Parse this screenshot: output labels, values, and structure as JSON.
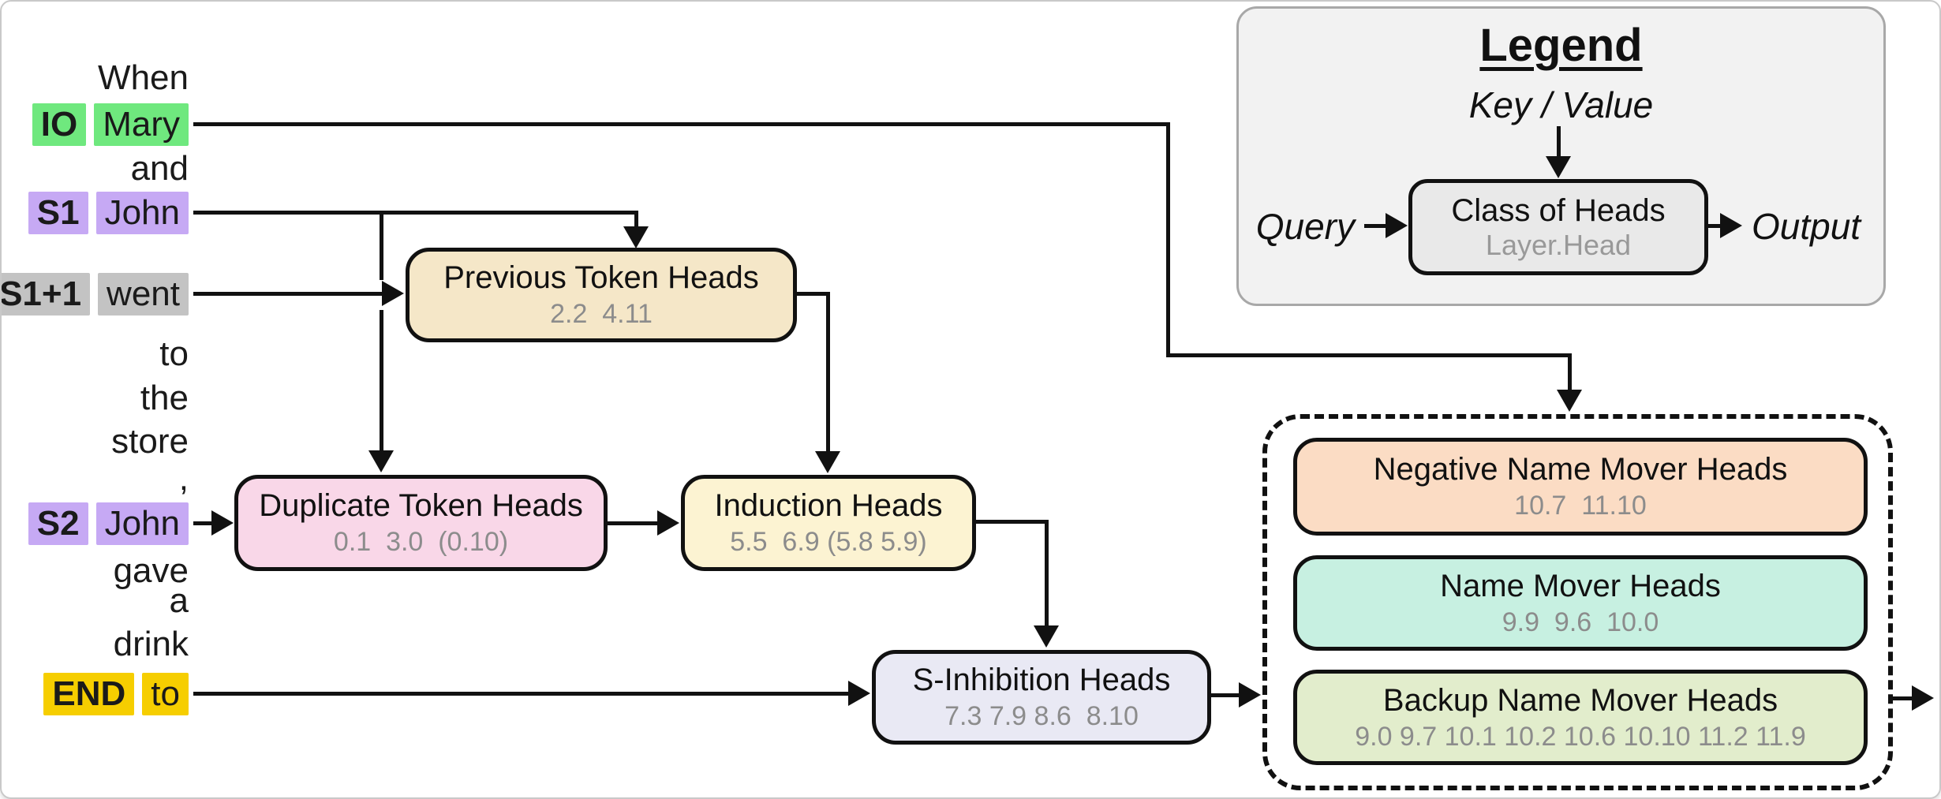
{
  "tokens": [
    {
      "tag": "",
      "word": "When"
    },
    {
      "tag": "IO",
      "word": "Mary"
    },
    {
      "tag": "",
      "word": "and"
    },
    {
      "tag": "S1",
      "word": "John"
    },
    {
      "tag": "S1+1",
      "word": "went"
    },
    {
      "tag": "",
      "word": "to"
    },
    {
      "tag": "",
      "word": "the"
    },
    {
      "tag": "",
      "word": "store"
    },
    {
      "tag": "",
      "word": ","
    },
    {
      "tag": "S2",
      "word": "John"
    },
    {
      "tag": "",
      "word": "gave"
    },
    {
      "tag": "",
      "word": "a"
    },
    {
      "tag": "",
      "word": "drink"
    },
    {
      "tag": "END",
      "word": "to"
    }
  ],
  "head_classes": {
    "previous_token": {
      "title": "Previous Token Heads",
      "heads": "2.2  4.11"
    },
    "duplicate_token": {
      "title": "Duplicate Token Heads",
      "heads": "0.1  3.0  (0.10)"
    },
    "induction": {
      "title": "Induction Heads",
      "heads": "5.5  6.9 (5.8 5.9)"
    },
    "s_inhibition": {
      "title": "S-Inhibition Heads",
      "heads": "7.3 7.9 8.6  8.10"
    },
    "negative_name_mover": {
      "title": "Negative Name Mover Heads",
      "heads": "10.7  11.10"
    },
    "name_mover": {
      "title": "Name Mover Heads",
      "heads": "9.9  9.6  10.0"
    },
    "backup_name_mover": {
      "title": "Backup Name Mover Heads",
      "heads": "9.0 9.7 10.1 10.2 10.6 10.10 11.2 11.9"
    }
  },
  "legend": {
    "title": "Legend",
    "key_value": "Key / Value",
    "query": "Query",
    "output": "Output",
    "class_title": "Class of Heads",
    "class_subtitle": "Layer.Head"
  },
  "colors": {
    "io_green": "#6fe87e",
    "s_purple": "#c6a9f4",
    "misc_gray": "#c3c3c3",
    "end_gold": "#f6ce00",
    "previous_token_fill": "#f5e7c8",
    "duplicate_token_fill": "#f9d7e8",
    "induction_fill": "#fcf3d2",
    "s_inhibition_fill": "#e9e9f4",
    "negative_name_mover_fill": "#fbdcc4",
    "name_mover_fill": "#c7f0e1",
    "backup_name_mover_fill": "#e2edcc",
    "legend_bg": "#f2f2f2",
    "class_box_fill": "#e9e9e9",
    "line": "#111111",
    "heads_text": "#8c8c8c"
  }
}
